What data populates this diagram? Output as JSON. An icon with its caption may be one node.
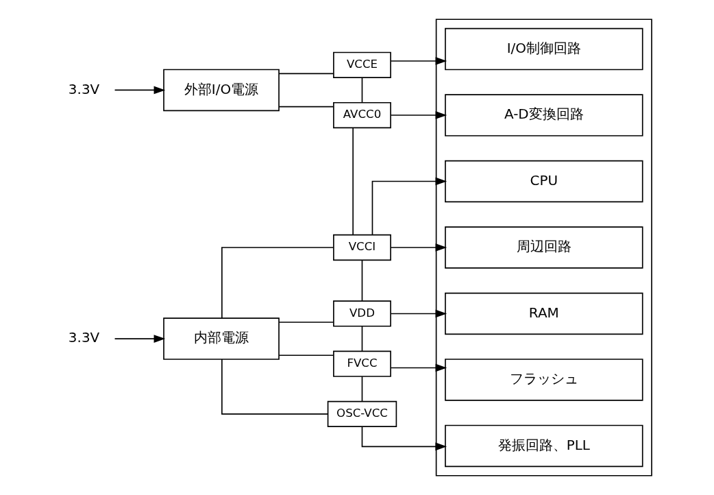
{
  "diagram": {
    "nodes": [
      {
        "text": [],
        "shape": "box"
      },
      {
        "text": [
          "3.3V"
        ]
      },
      {
        "text": [
          "外部I/O電源"
        ]
      },
      {
        "text": [
          "3.3V"
        ]
      },
      {
        "text": [
          "内部電源"
        ]
      },
      {
        "text": [
          "VCCE"
        ]
      },
      {
        "text": [
          "AVCC0"
        ]
      },
      {
        "text": [
          "VCCI"
        ]
      },
      {
        "text": [
          "VDD"
        ]
      },
      {
        "text": [
          "FVCC"
        ]
      },
      {
        "text": [
          "OSC-VCC"
        ]
      },
      {
        "text": [
          "I/O制御回路"
        ],
        "in": 0
      },
      {
        "text": [
          "A-D変換回路"
        ],
        "in": 0
      },
      {
        "text": [
          "CPU"
        ],
        "in": 0
      },
      {
        "text": [
          "周辺回路"
        ],
        "in": 0
      },
      {
        "text": [
          "RAM"
        ],
        "in": 0
      },
      {
        "text": [
          "フラッシュ"
        ],
        "in": 0
      },
      {
        "text": [
          "発振回路、PLL"
        ],
        "in": 0
      }
    ],
    "edges": [
      {
        "from": 1,
        "to": 2,
        "arrow": "to"
      },
      {
        "from": 3,
        "to": 4,
        "arrow": "to"
      },
      {
        "from": 2,
        "to": 5,
        "arrow": "none"
      },
      {
        "from": 2,
        "to": 6,
        "arrow": "none"
      },
      {
        "from": 4,
        "to": 7,
        "arrow": "none"
      },
      {
        "from": 4,
        "to": 8,
        "arrow": "none"
      },
      {
        "from": 4,
        "to": 9,
        "arrow": "none"
      },
      {
        "from": 4,
        "to": 10,
        "arrow": "none"
      },
      {
        "from": 5,
        "to": 6,
        "arrow": "none"
      },
      {
        "from": 6,
        "to": 7,
        "arrow": "none"
      },
      {
        "from": 7,
        "to": 8,
        "arrow": "none"
      },
      {
        "from": 8,
        "to": 9,
        "arrow": "none"
      },
      {
        "from": 9,
        "to": 10,
        "arrow": "none"
      },
      {
        "from": 5,
        "to": 11,
        "arrow": "to"
      },
      {
        "from": 6,
        "to": 12,
        "arrow": "to"
      },
      {
        "from": 7,
        "to": 13,
        "arrow": "to"
      },
      {
        "from": 7,
        "to": 14,
        "arrow": "to"
      },
      {
        "from": 8,
        "to": 15,
        "arrow": "to"
      },
      {
        "from": 9,
        "to": 16,
        "arrow": "to"
      },
      {
        "from": 10,
        "to": 17,
        "arrow": "to"
      }
    ]
  }
}
